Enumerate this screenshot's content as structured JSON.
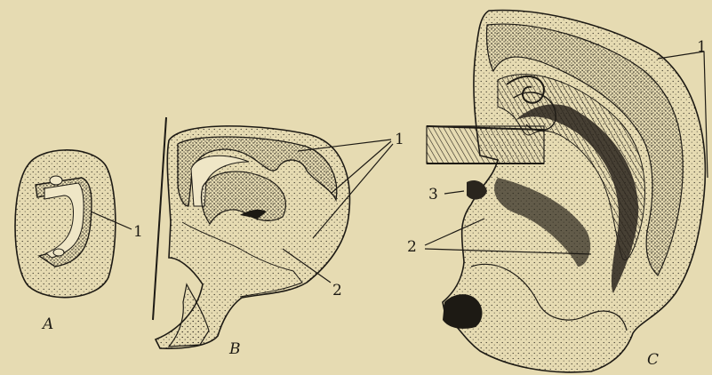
{
  "panels": [
    {
      "id": "A",
      "label": "A"
    },
    {
      "id": "B",
      "label": "B"
    },
    {
      "id": "C",
      "label": "C"
    }
  ],
  "callouts": {
    "a_1": "1",
    "b_1": "1",
    "b_2": "2",
    "c_1": "1",
    "c_2": "2",
    "c_3": "3"
  },
  "colors": {
    "paper": "#e6dbb2",
    "ink": "#1d1a14",
    "dark_fill": "#2a251d"
  }
}
